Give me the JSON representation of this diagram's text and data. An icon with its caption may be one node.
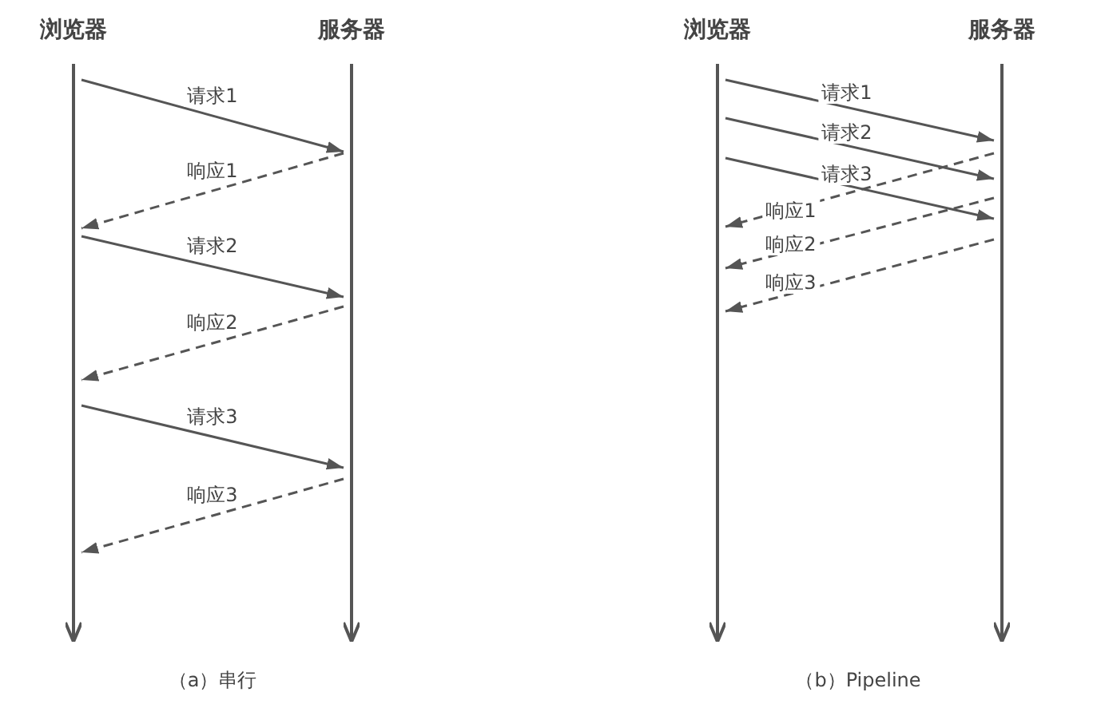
{
  "diagram": {
    "nodes": [
      {
        "text": [
          "浏览器"
        ]
      },
      {
        "text": [
          "服务器"
        ]
      },
      {
        "text": [
          "浏览器"
        ]
      },
      {
        "text": [
          "服务器"
        ]
      }
    ],
    "edges": [
      {
        "from": 0,
        "to": 1,
        "arrow": "to",
        "label": "请求1"
      },
      {
        "from": 1,
        "to": 0,
        "arrow": "to",
        "label": "响应1",
        "style": "dashed"
      },
      {
        "from": 0,
        "to": 1,
        "arrow": "to",
        "label": "请求2"
      },
      {
        "from": 1,
        "to": 0,
        "arrow": "to",
        "label": "响应2",
        "style": "dashed"
      },
      {
        "from": 0,
        "to": 1,
        "arrow": "to",
        "label": "请求3"
      },
      {
        "from": 1,
        "to": 0,
        "arrow": "to",
        "label": "响应3",
        "style": "dashed"
      },
      {
        "from": 2,
        "to": 3,
        "arrow": "to",
        "label": "请求1"
      },
      {
        "from": 2,
        "to": 3,
        "arrow": "to",
        "label": "请求2"
      },
      {
        "from": 2,
        "to": 3,
        "arrow": "to",
        "label": "请求3"
      },
      {
        "from": 3,
        "to": 2,
        "arrow": "to",
        "label": "响应1",
        "style": "dashed"
      },
      {
        "from": 3,
        "to": 2,
        "arrow": "to",
        "label": "响应2",
        "style": "dashed"
      },
      {
        "from": 3,
        "to": 2,
        "arrow": "to",
        "label": "响应3",
        "style": "dashed"
      }
    ],
    "labels": [
      "（a）串行",
      "（b）Pipeline"
    ]
  }
}
